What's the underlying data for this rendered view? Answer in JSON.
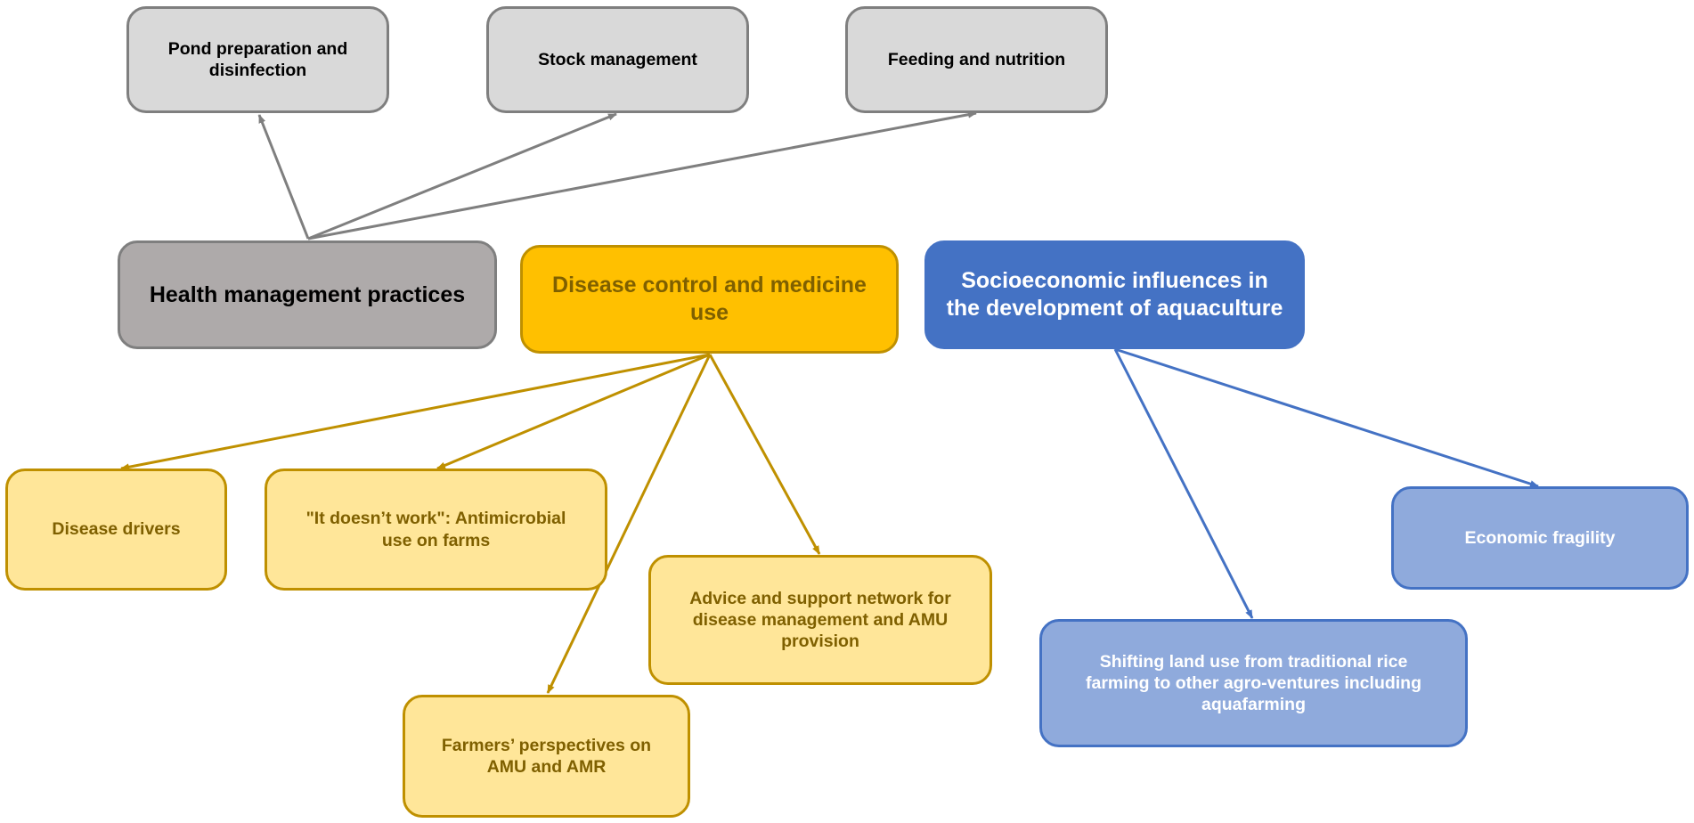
{
  "diagram": {
    "nodes": {
      "pond": "Pond preparation and disinfection",
      "stock": "Stock management",
      "feeding": "Feeding and nutrition",
      "health": "Health management practices",
      "disease": "Disease control and medicine use",
      "socio": "Socioeconomic influences in the development of aquaculture",
      "drivers": "Disease drivers",
      "doesnt_work": "\"It doesn’t work\": Antimicrobial use on farms",
      "advice": "Advice and support  network for disease management and AMU provision",
      "perspectives": "Farmers’ perspectives on AMU and AMR",
      "economic": "Economic fragility",
      "land_use": "Shifting land use from traditional rice farming to other agro-ventures including aquafarming"
    },
    "edges": [
      {
        "from": "health",
        "to": "pond"
      },
      {
        "from": "health",
        "to": "stock"
      },
      {
        "from": "health",
        "to": "feeding"
      },
      {
        "from": "disease",
        "to": "drivers"
      },
      {
        "from": "disease",
        "to": "doesnt_work"
      },
      {
        "from": "disease",
        "to": "perspectives"
      },
      {
        "from": "disease",
        "to": "advice"
      },
      {
        "from": "socio",
        "to": "land_use"
      },
      {
        "from": "socio",
        "to": "economic"
      }
    ],
    "colors": {
      "gray_edge": "#7f7f7f",
      "gold_edge": "#bf9000",
      "blue_edge": "#4472c4"
    }
  }
}
